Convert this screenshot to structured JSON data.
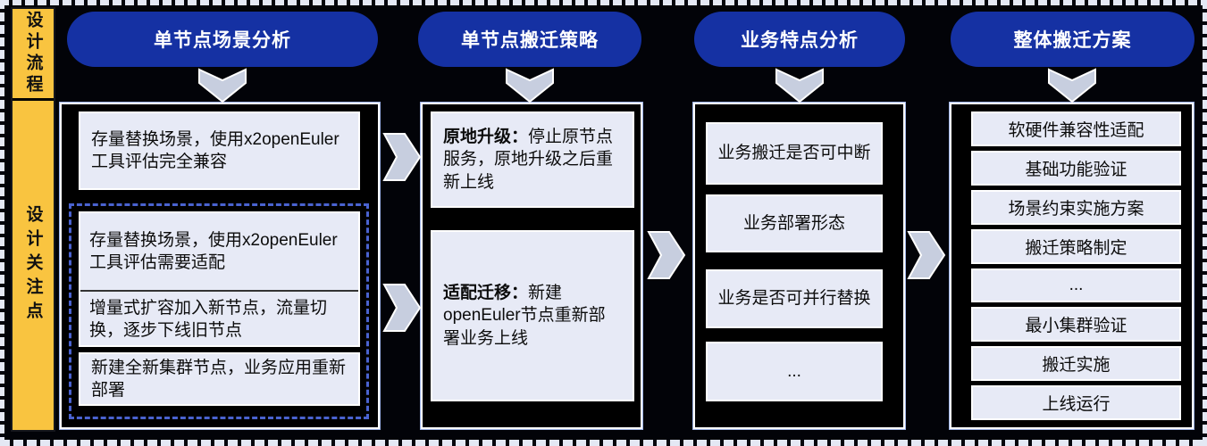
{
  "colors": {
    "pill_blue": "#1531A3",
    "sidebar_yellow": "#F9C440",
    "box_fill": "#E7EAF6",
    "arrow_fill": "#C7CEDF",
    "dashed_border_blue": "#4A63D0",
    "background": "#000000"
  },
  "sidebar": {
    "top_label": "设计流程",
    "bottom_label": "设计关注点"
  },
  "columns": [
    {
      "header": "单节点场景分析",
      "box": "存量替换场景，使用x2openEuler工具评估完全兼容",
      "group": [
        "存量替换场景，使用x2openEuler工具评估需要适配",
        "增量式扩容加入新节点，流量切换，逐步下线旧节点",
        "新建全新集群节点，业务应用重新部署"
      ]
    },
    {
      "header": "单节点搬迁策略",
      "boxes": [
        {
          "title": "原地升级：",
          "body": "停止原节点服务，原地升级之后重新上线"
        },
        {
          "title": "适配迁移：",
          "body": "新建openEuler节点重新部署业务上线"
        }
      ]
    },
    {
      "header": "业务特点分析",
      "boxes": [
        "业务搬迁是否可中断",
        "业务部署形态",
        "业务是否可并行替换",
        "..."
      ]
    },
    {
      "header": "整体搬迁方案",
      "boxes": [
        "软硬件兼容性适配",
        "基础功能验证",
        "场景约束实施方案",
        "搬迁策略制定",
        "...",
        "最小集群验证",
        "搬迁实施",
        "上线运行"
      ]
    }
  ]
}
